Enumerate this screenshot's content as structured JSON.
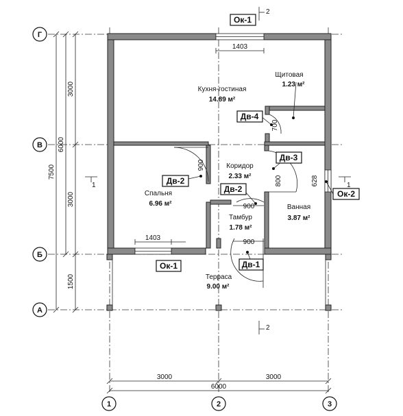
{
  "grid_letters": {
    "g": "Г",
    "v": "В",
    "b": "Б",
    "a": "А"
  },
  "grid_numbers": {
    "n1": "1",
    "n2": "2",
    "n3": "3"
  },
  "dims_vertical": {
    "d3000_top": "3000",
    "d3000_mid": "3000",
    "d1500": "1500",
    "d6000": "6000",
    "d7500": "7500"
  },
  "dims_horizontal": {
    "d3000_left": "3000",
    "d3000_right": "3000",
    "d6000": "6000"
  },
  "window_dims": {
    "top": "1403",
    "bottom": "1403"
  },
  "door_dims": {
    "tambur_door": "900",
    "terrace_door": "900",
    "bedroom_door": "900",
    "bath_door": "800",
    "shield_door": "700",
    "window_side": "628"
  },
  "tags": {
    "ok1_top": "Ок-1",
    "ok1_bottom": "Ок-1",
    "ok2": "Ок-2",
    "dv4": "Дв-4",
    "dv3": "Дв-3",
    "dv2_left": "Дв-2",
    "dv2_mid": "Дв-2",
    "dv1": "Дв-1"
  },
  "rooms": {
    "kitchen": {
      "name": "Кухня-гостиная",
      "area": "14.89 м²"
    },
    "shield": {
      "name": "Щитовая",
      "area": "1.23 м²"
    },
    "corridor": {
      "name": "Коридор",
      "area": "2.33 м²"
    },
    "bedroom": {
      "name": "Спальня",
      "area": "6.96 м²"
    },
    "bath": {
      "name": "Ванная",
      "area": "3.87 м²"
    },
    "tambur": {
      "name": "Тамбур",
      "area": "1.78 м²"
    },
    "terrace": {
      "name": "Терраса",
      "area": "9.00 м²"
    }
  },
  "sections": {
    "s2_top": "2",
    "s2_bottom": "2",
    "s1_left": "1",
    "s1_right": "1"
  }
}
